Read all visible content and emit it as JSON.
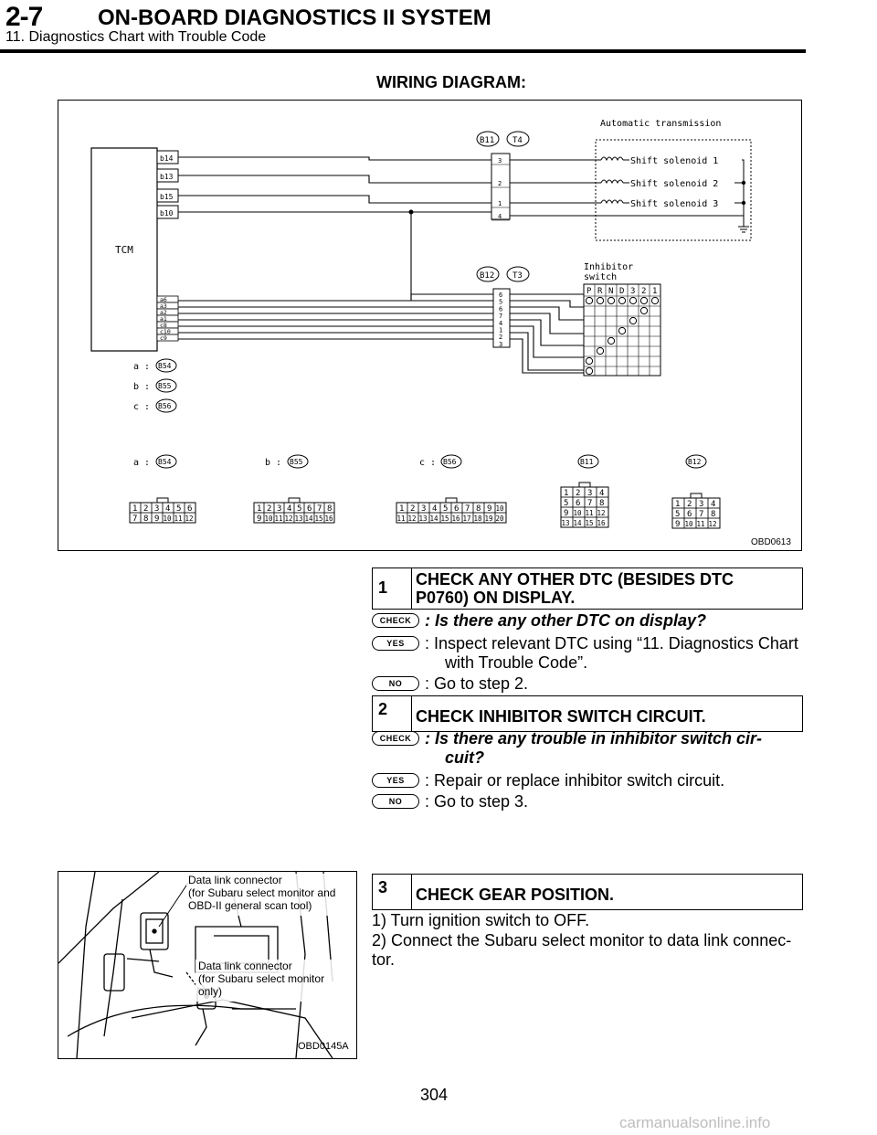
{
  "header": {
    "section_number": "2-7",
    "section_title": "ON-BOARD DIAGNOSTICS II SYSTEM",
    "subtitle": "11. Diagnostics Chart with Trouble Code"
  },
  "wiring": {
    "heading": "WIRING DIAGRAM:",
    "figure_code": "OBD0613",
    "tcm_label": "TCM",
    "tcm_pins_upper": [
      "b14",
      "b13",
      "b15",
      "b10"
    ],
    "tcm_pins_lower": [
      "a6",
      "a3",
      "a2",
      "a1",
      "c8",
      "c10",
      "c9"
    ],
    "conn_upper_tags": [
      "B11",
      "T4"
    ],
    "conn_upper_pins": [
      "3",
      "2",
      "1",
      "4"
    ],
    "conn_lower_tags": [
      "B12",
      "T3"
    ],
    "conn_lower_pins": [
      "6",
      "5",
      "6",
      "7",
      "4",
      "1",
      "2",
      "3"
    ],
    "at_label": "Automatic transmission",
    "solenoids": [
      "Shift solenoid 1",
      "Shift solenoid 2",
      "Shift solenoid 3"
    ],
    "inhibitor_label_1": "Inhibitor",
    "inhibitor_label_2": "switch",
    "inhibitor_positions": [
      "P",
      "R",
      "N",
      "D",
      "3",
      "2",
      "1"
    ],
    "legend": [
      {
        "key": "a :",
        "conn": "B54"
      },
      {
        "key": "b :",
        "conn": "B55"
      },
      {
        "key": "c :",
        "conn": "B56"
      }
    ],
    "connectors": [
      {
        "key": "a :",
        "conn": "B54",
        "rows": [
          [
            "1",
            "2",
            "3",
            "4",
            "5",
            "6"
          ],
          [
            "7",
            "8",
            "9",
            "10",
            "11",
            "12"
          ]
        ]
      },
      {
        "key": "b :",
        "conn": "B55",
        "rows": [
          [
            "1",
            "2",
            "3",
            "4",
            "5",
            "6",
            "7",
            "8"
          ],
          [
            "9",
            "10",
            "11",
            "12",
            "13",
            "14",
            "15",
            "16"
          ]
        ]
      },
      {
        "key": "c :",
        "conn": "B56",
        "rows": [
          [
            "1",
            "2",
            "3",
            "4",
            "5",
            "6",
            "7",
            "8",
            "9",
            "10"
          ],
          [
            "11",
            "12",
            "13",
            "14",
            "15",
            "16",
            "17",
            "18",
            "19",
            "20"
          ]
        ]
      },
      {
        "key": "",
        "conn": "B11",
        "rows": [
          [
            "1",
            "2",
            "3",
            "4"
          ],
          [
            "5",
            "6",
            "7",
            "8"
          ],
          [
            "9",
            "10",
            "11",
            "12"
          ],
          [
            "13",
            "14",
            "15",
            "16"
          ]
        ]
      },
      {
        "key": "",
        "conn": "B12",
        "rows": [
          [
            "1",
            "2",
            "3",
            "4"
          ],
          [
            "5",
            "6",
            "7",
            "8"
          ],
          [
            "9",
            "10",
            "11",
            "12"
          ]
        ]
      }
    ]
  },
  "steps": [
    {
      "number": "1",
      "title_line1": "CHECK ANY OTHER DTC (BESIDES DTC",
      "title_line2": "P0760) ON DISPLAY.",
      "check_badge": "CHECK",
      "check": ": Is there any other DTC on display?",
      "yes_badge": "YES",
      "yes_line1": ": Inspect relevant DTC using “11. Diagnostics Chart",
      "yes_line2": "with Trouble Code”.",
      "no_badge": "NO",
      "no": ": Go to step 2."
    },
    {
      "number": "2",
      "title_line1": "CHECK INHIBITOR SWITCH CIRCUIT.",
      "check_badge": "CHECK",
      "check_line1": ": Is there any trouble in inhibitor switch cir-",
      "check_line2": "cuit?",
      "yes_badge": "YES",
      "yes": ": Repair or replace inhibitor switch circuit.",
      "no_badge": "NO",
      "no": ": Go to step 3."
    },
    {
      "number": "3",
      "title_line1": "CHECK GEAR POSITION.",
      "instr_1": "1) Turn ignition switch to OFF.",
      "instr_2a": "2) Connect the Subaru select monitor to data link connec-",
      "instr_2b": "tor."
    }
  ],
  "photo": {
    "figure_code": "OBD0145A",
    "callout1_l1": "Data link connector",
    "callout1_l2": "(for Subaru select monitor  and",
    "callout1_l3": "OBD-II general scan tool)",
    "callout2_l1": "Data link connector",
    "callout2_l2": "(for Subaru select monitor",
    "callout2_l3": "only)"
  },
  "page_number": "304",
  "watermark": "carmanualsonline.info"
}
